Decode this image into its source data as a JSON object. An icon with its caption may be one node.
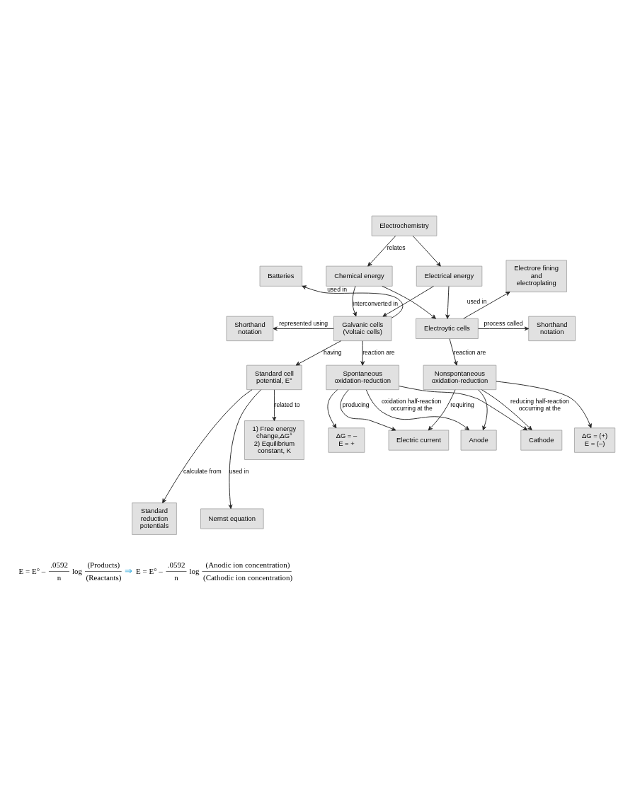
{
  "diagram": {
    "nodes": [
      {
        "text": [
          "Electrochemistry"
        ]
      },
      {
        "text": [
          "Chemical energy"
        ]
      },
      {
        "text": [
          "Electrical energy"
        ]
      },
      {
        "text": [
          "Batteries"
        ]
      },
      {
        "text": [
          "Electrore fining and electroplating"
        ]
      },
      {
        "text": [
          "Shorthand notation"
        ]
      },
      {
        "text": [
          "Galvanic cells (Voltaic cells)"
        ]
      },
      {
        "text": [
          "Electroytic cells"
        ]
      },
      {
        "text": [
          "Shorthand notation"
        ]
      },
      {
        "text": [
          "Standard cell potential, E°"
        ]
      },
      {
        "text": [
          "Spontaneous oxidation-reduction"
        ]
      },
      {
        "text": [
          "Nonspontaneous oxidation-reduction"
        ]
      },
      {
        "text": [
          "1) Free energy change,ΔG°",
          "2) Equilibrium constant, K"
        ]
      },
      {
        "text": [
          "ΔG = –",
          "E = +"
        ]
      },
      {
        "text": [
          "Electric current"
        ]
      },
      {
        "text": [
          "ΔG = (+)",
          "E = (–)"
        ]
      },
      {
        "text": [
          "Anode"
        ]
      },
      {
        "text": [
          "Cathode"
        ]
      },
      {
        "text": [
          "Standard reduction potentials"
        ]
      },
      {
        "text": [
          "Nernst equation"
        ]
      }
    ],
    "edges": [
      {
        "from": 0,
        "to": 1,
        "arrow": "to",
        "label": "relates"
      },
      {
        "from": 0,
        "to": 2,
        "arrow": "to"
      },
      {
        "from": 1,
        "to": 6,
        "arrow": "to",
        "label": "interconverted in"
      },
      {
        "from": 1,
        "to": 7,
        "arrow": "to"
      },
      {
        "from": 2,
        "to": 6,
        "arrow": "to"
      },
      {
        "from": 2,
        "to": 7,
        "arrow": "to"
      },
      {
        "from": 6,
        "to": 3,
        "arrow": "to",
        "label": "used in"
      },
      {
        "from": 7,
        "to": 4,
        "arrow": "to",
        "label": "used in"
      },
      {
        "from": 6,
        "to": 5,
        "arrow": "to",
        "label": "represented using"
      },
      {
        "from": 7,
        "to": 8,
        "arrow": "to",
        "label": "process called"
      },
      {
        "from": 6,
        "to": 9,
        "arrow": "to",
        "label": "having"
      },
      {
        "from": 6,
        "to": 10,
        "arrow": "to",
        "label": "reaction are"
      },
      {
        "from": 7,
        "to": 11,
        "arrow": "to",
        "label": "reaction are"
      },
      {
        "from": 9,
        "to": 12,
        "arrow": "to",
        "label": "related to"
      },
      {
        "from": 10,
        "to": 13,
        "arrow": "to"
      },
      {
        "from": 10,
        "to": 14,
        "arrow": "to",
        "label": "producing"
      },
      {
        "from": 11,
        "to": 14,
        "arrow": "to",
        "label": "requiring"
      },
      {
        "from": 11,
        "to": 15,
        "arrow": "to"
      },
      {
        "from": 10,
        "to": 16,
        "arrow": "to",
        "label": "oxidation half-reaction occurring at the"
      },
      {
        "from": 11,
        "to": 16,
        "arrow": "to"
      },
      {
        "from": 10,
        "to": 17,
        "arrow": "to"
      },
      {
        "from": 11,
        "to": 17,
        "arrow": "to",
        "label": "reducing half-reaction occurring at the"
      },
      {
        "from": 9,
        "to": 18,
        "arrow": "to",
        "label": "calculate from"
      },
      {
        "from": 9,
        "to": 19,
        "arrow": "to",
        "label": "used in"
      }
    ],
    "labels": [
      "E = E° –",
      ".0592",
      "n",
      "log",
      "(Products)",
      "(Reactants)",
      "⇒",
      "E = E° –",
      ".0592",
      "n",
      "log",
      "(Anodic ion concentration)",
      "(Cathodic ion concentration)"
    ]
  }
}
